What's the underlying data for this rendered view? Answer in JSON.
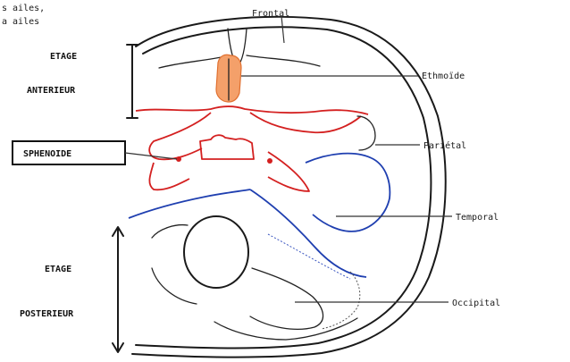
{
  "corner_text": [
    "s ailes,",
    "a ailes"
  ],
  "labels": {
    "frontal": "Frontal",
    "ethmoide": "Ethmoïde",
    "parietal": "Pariétal",
    "temporal": "Temporal",
    "occipital": "Occipital",
    "etage_ant_1": "ETAGE",
    "etage_ant_2": "ANTERIEUR",
    "sphenoide": "SPHENOIDE",
    "etage_post_1": "ETAGE",
    "etage_post_2": "POSTERIEUR"
  },
  "colors": {
    "ethmoid_fill": "#f4a06a",
    "sphenoid_outline": "#d42020",
    "temporal_outline": "#1f3fb0"
  }
}
